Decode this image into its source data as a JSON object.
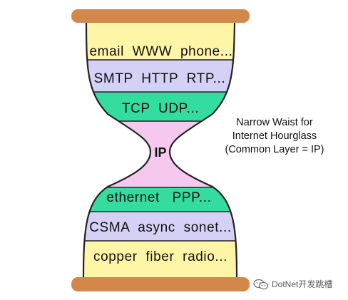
{
  "diagram": {
    "layers": [
      {
        "id": "application-uses",
        "label": "email  WWW  phone...",
        "color": "#fff5a6"
      },
      {
        "id": "application-protocols",
        "label": "SMTP  HTTP  RTP...",
        "color": "#d5d0f5"
      },
      {
        "id": "transport",
        "label": "TCP  UDP...",
        "color": "#33dda0"
      },
      {
        "id": "network",
        "label": "IP",
        "color": "#f7c8ef"
      },
      {
        "id": "link",
        "label": "ethernet   PPP...",
        "color": "#33dda0"
      },
      {
        "id": "mac",
        "label": "CSMA  async  sonet...",
        "color": "#d5d0f5"
      },
      {
        "id": "physical",
        "label": "copper  fiber  radio...",
        "color": "#fff5a6"
      }
    ],
    "bar_color": "#d3874a",
    "caption_lines": [
      "Narrow Waist for",
      "Internet Hourglass",
      "(Common Layer = IP)"
    ]
  },
  "watermark": {
    "text": "DotNet开发跳槽"
  }
}
